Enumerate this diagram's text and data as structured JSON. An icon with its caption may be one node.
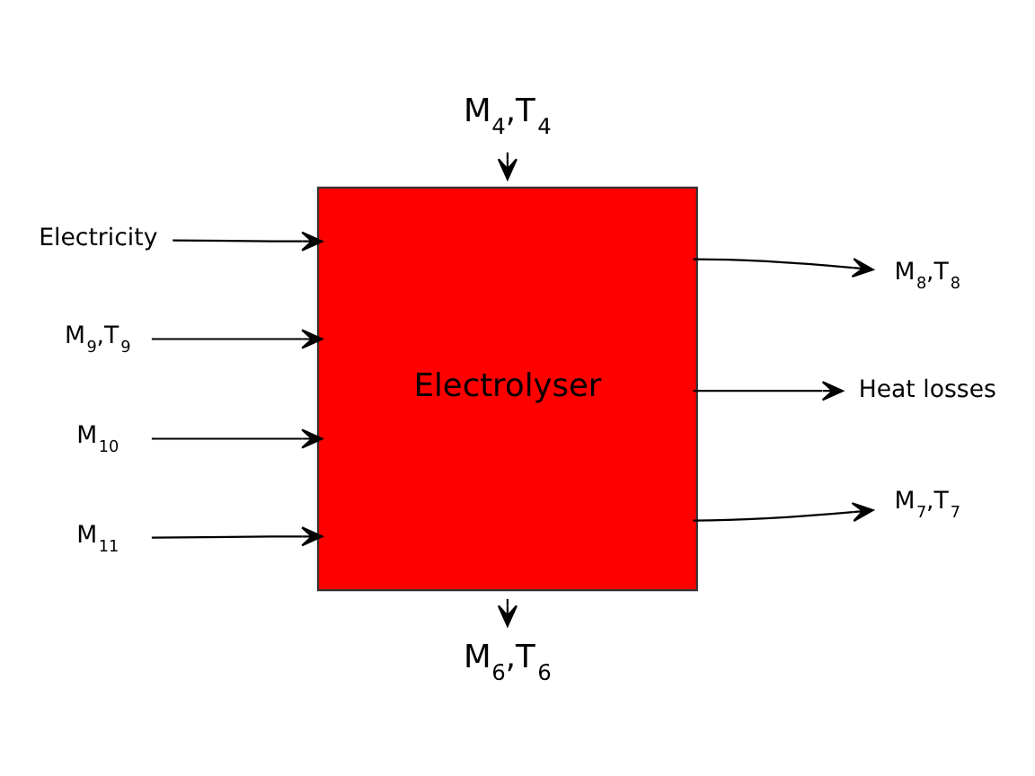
{
  "diagram": {
    "nodes": [
      {
        "text": [
          "M$_{4}$,T$_{4}$"
        ]
      },
      {
        "text": [
          "Electricity"
        ]
      },
      {
        "text": [
          "M$_{8}$,T$_{8}$"
        ]
      },
      {
        "text": [
          "M$_{9}$,T$_{9}$"
        ]
      },
      {
        "text": [
          "Heat losses"
        ]
      },
      {
        "text": [
          "M$_{10}$"
        ]
      },
      {
        "text": [
          "Electrolyser"
        ]
      },
      {
        "text": [
          "M$_{7}$,T$_{7}$"
        ]
      },
      {
        "text": [
          "M$_{11}$"
        ]
      },
      {
        "text": [
          "M$_{6}$,T$_{6}$"
        ]
      }
    ],
    "edges": [
      {
        "from": 0,
        "to": 6,
        "arrow": "to"
      },
      {
        "from": 1,
        "to": 6,
        "arrow": "to"
      },
      {
        "from": 3,
        "to": 6,
        "arrow": "to"
      },
      {
        "from": 5,
        "to": 6,
        "arrow": "to"
      },
      {
        "from": 8,
        "to": 6,
        "arrow": "to"
      },
      {
        "from": 6,
        "to": 2,
        "arrow": "to"
      },
      {
        "from": 6,
        "to": 4,
        "arrow": "to"
      },
      {
        "from": 6,
        "to": 7,
        "arrow": "to"
      },
      {
        "from": 6,
        "to": 9,
        "arrow": "to"
      }
    ]
  }
}
